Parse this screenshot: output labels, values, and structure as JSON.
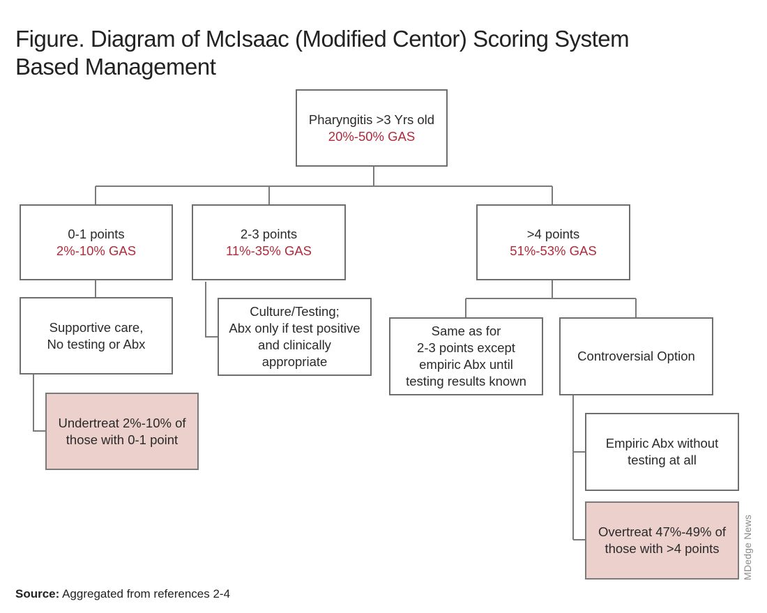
{
  "title": {
    "line1": "Figure. Diagram of McIsaac (Modified Centor) Scoring System",
    "line2": "Based Management"
  },
  "nodes": {
    "root": {
      "label": "Pharyngitis >3 Yrs old",
      "pct": "20%-50% GAS"
    },
    "score_0_1": {
      "label": "0-1 points",
      "pct": "2%-10% GAS"
    },
    "score_2_3": {
      "label": "2-3 points",
      "pct": "11%-35% GAS"
    },
    "score_4": {
      "label": ">4 points",
      "pct": "51%-53% GAS"
    },
    "supportive": {
      "text": "Supportive care,\nNo testing or Abx"
    },
    "culture": {
      "text": "Culture/Testing;\nAbx only if test positive\nand clinically\nappropriate"
    },
    "same_as": {
      "text": "Same as for\n2-3 points except\nempiric Abx until\ntesting results known"
    },
    "controversial": {
      "text": "Controversial Option"
    },
    "undertreat": {
      "text": "Undertreat 2%-10% of\nthose with 0-1 point"
    },
    "empiric": {
      "text": "Empiric Abx without\ntesting at all"
    },
    "overtreat": {
      "text": "Overtreat 47%-49% of\nthose with >4 points"
    }
  },
  "colors": {
    "percent_text": "#b02a3a",
    "highlight_fill": "#ecd0cc",
    "border": "#6e6e6e"
  },
  "source": {
    "label": "Source:",
    "text": " Aggregated from references 2-4"
  },
  "credit": "MDedge News"
}
